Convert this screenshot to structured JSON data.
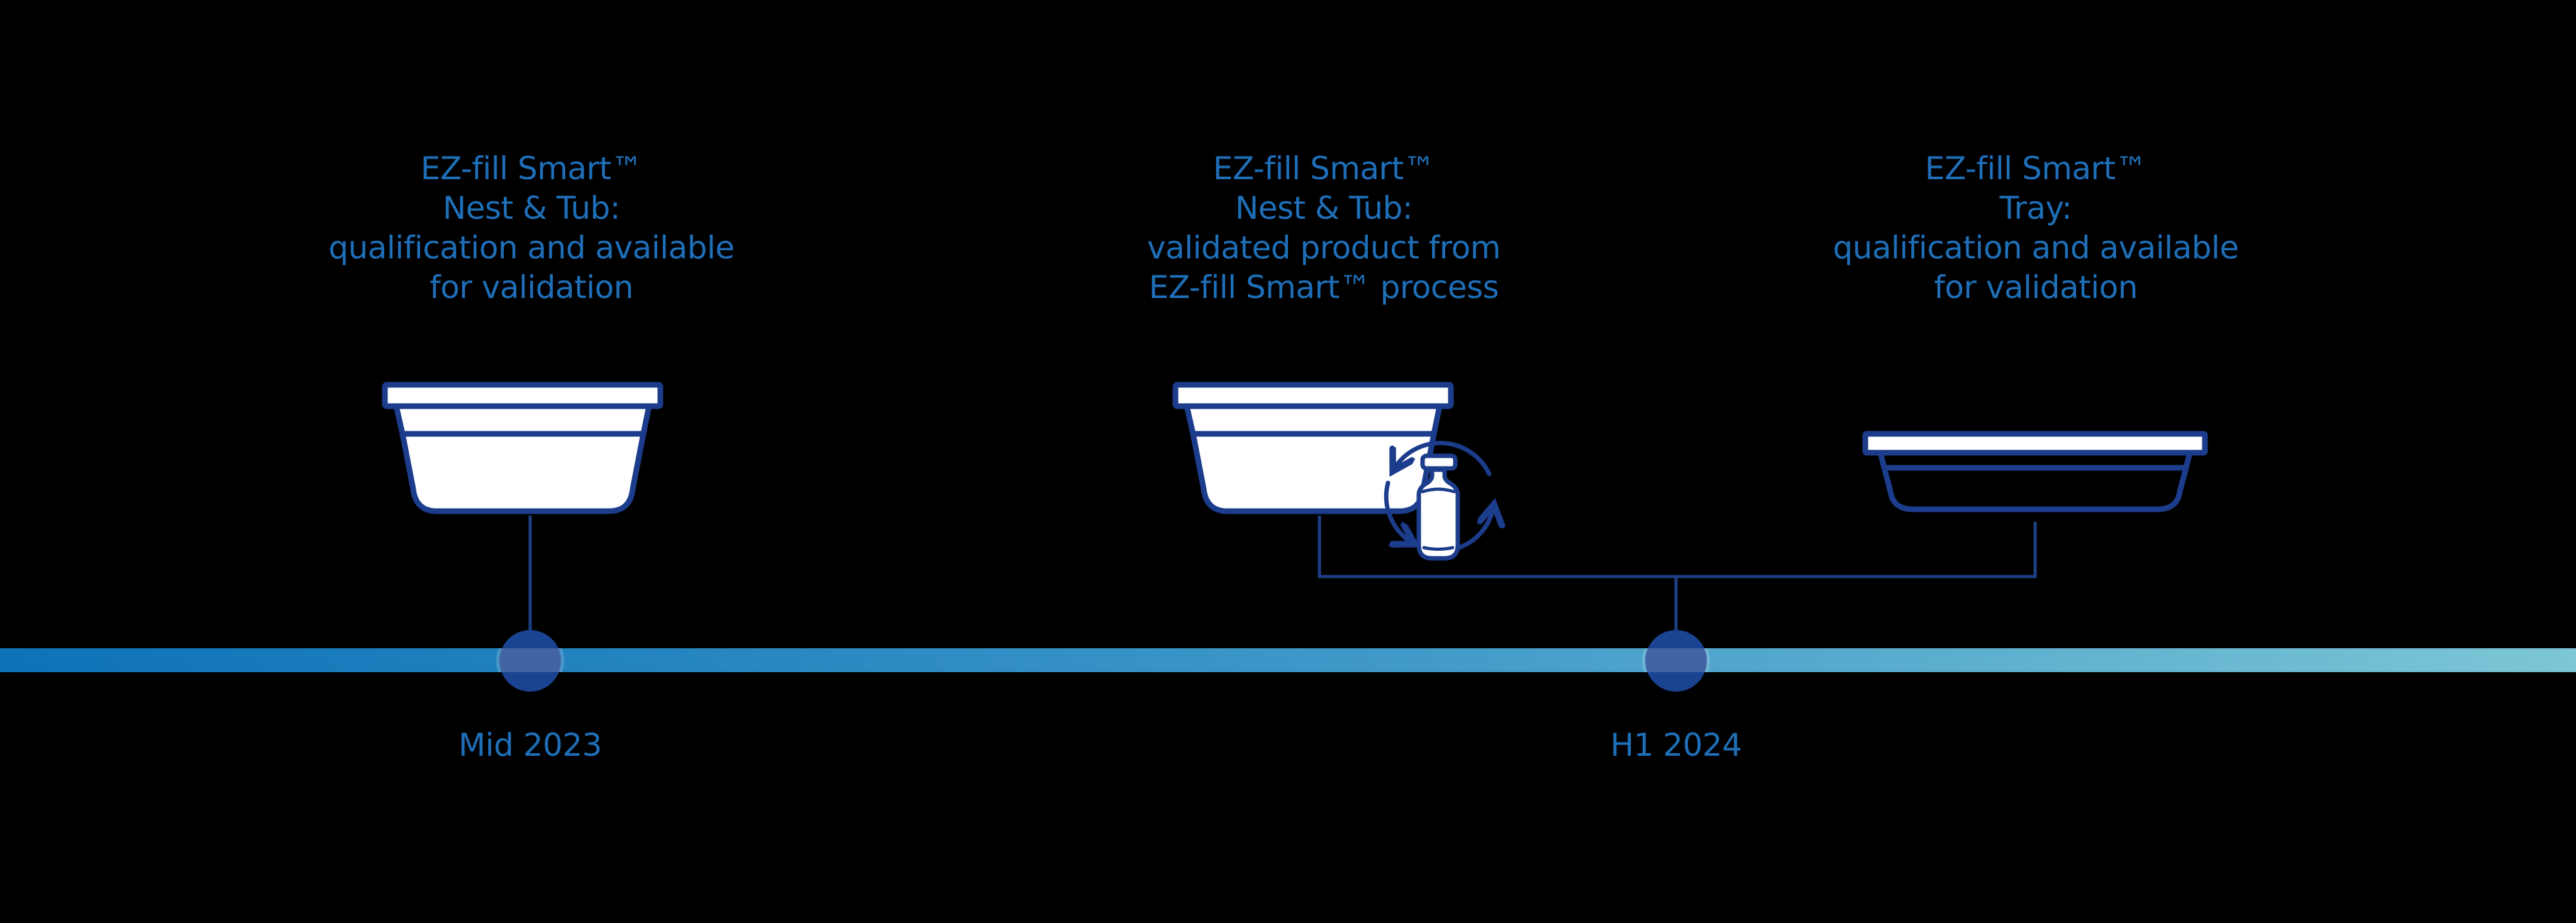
{
  "milestones": [
    {
      "icon": "nest-and-tub",
      "date": "Mid 2023",
      "lines": [
        "EZ-fill Smart™",
        "Nest & Tub:",
        "qualification and available",
        "for validation"
      ]
    },
    {
      "icon": "nest-and-tub-with-vial-cycle",
      "date": "H1 2024",
      "lines": [
        "EZ-fill Smart™",
        "Nest & Tub:",
        "validated product from",
        "EZ-fill Smart™ process"
      ]
    },
    {
      "icon": "tray",
      "date": "H1 2024",
      "lines": [
        "EZ-fill Smart™",
        "Tray:",
        "qualification and available",
        "for validation"
      ]
    }
  ],
  "timeline_points": [
    {
      "label": "Mid 2023"
    },
    {
      "label": "H1 2024"
    }
  ],
  "colors": {
    "background": "#000000",
    "text_blue": "#1e6fb8",
    "icon_navy": "#1c3c8c",
    "connector_navy": "#1f3f85",
    "dot_navy": "#1a4391",
    "halo_white": "rgba(255,255,255,0.18)",
    "bar_gradient_left": "#0d72b7",
    "bar_gradient_right": "#7cc6d5"
  }
}
